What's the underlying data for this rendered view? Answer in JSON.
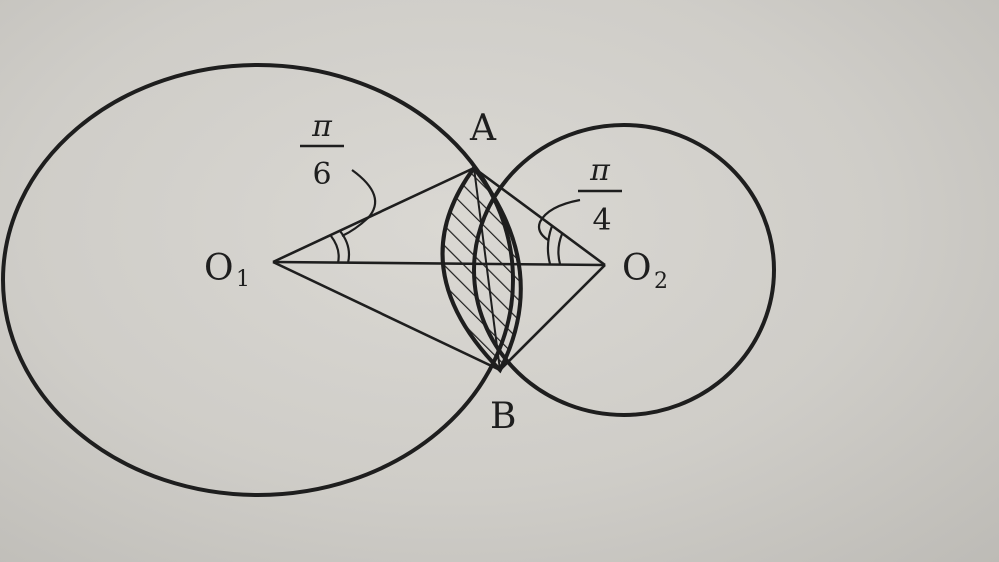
{
  "diagram": {
    "points": {
      "o1": {
        "letter": "O",
        "subscript": "1"
      },
      "o2": {
        "letter": "O",
        "subscript": "2"
      },
      "a": {
        "label": "A"
      },
      "b": {
        "label": "B"
      }
    },
    "angles": {
      "left": {
        "numerator": "π",
        "denominator": "6"
      },
      "right": {
        "numerator": "π",
        "denominator": "4"
      }
    }
  },
  "colors": {
    "ink": "#1e1e1e",
    "paper": "#d6d4cf"
  }
}
